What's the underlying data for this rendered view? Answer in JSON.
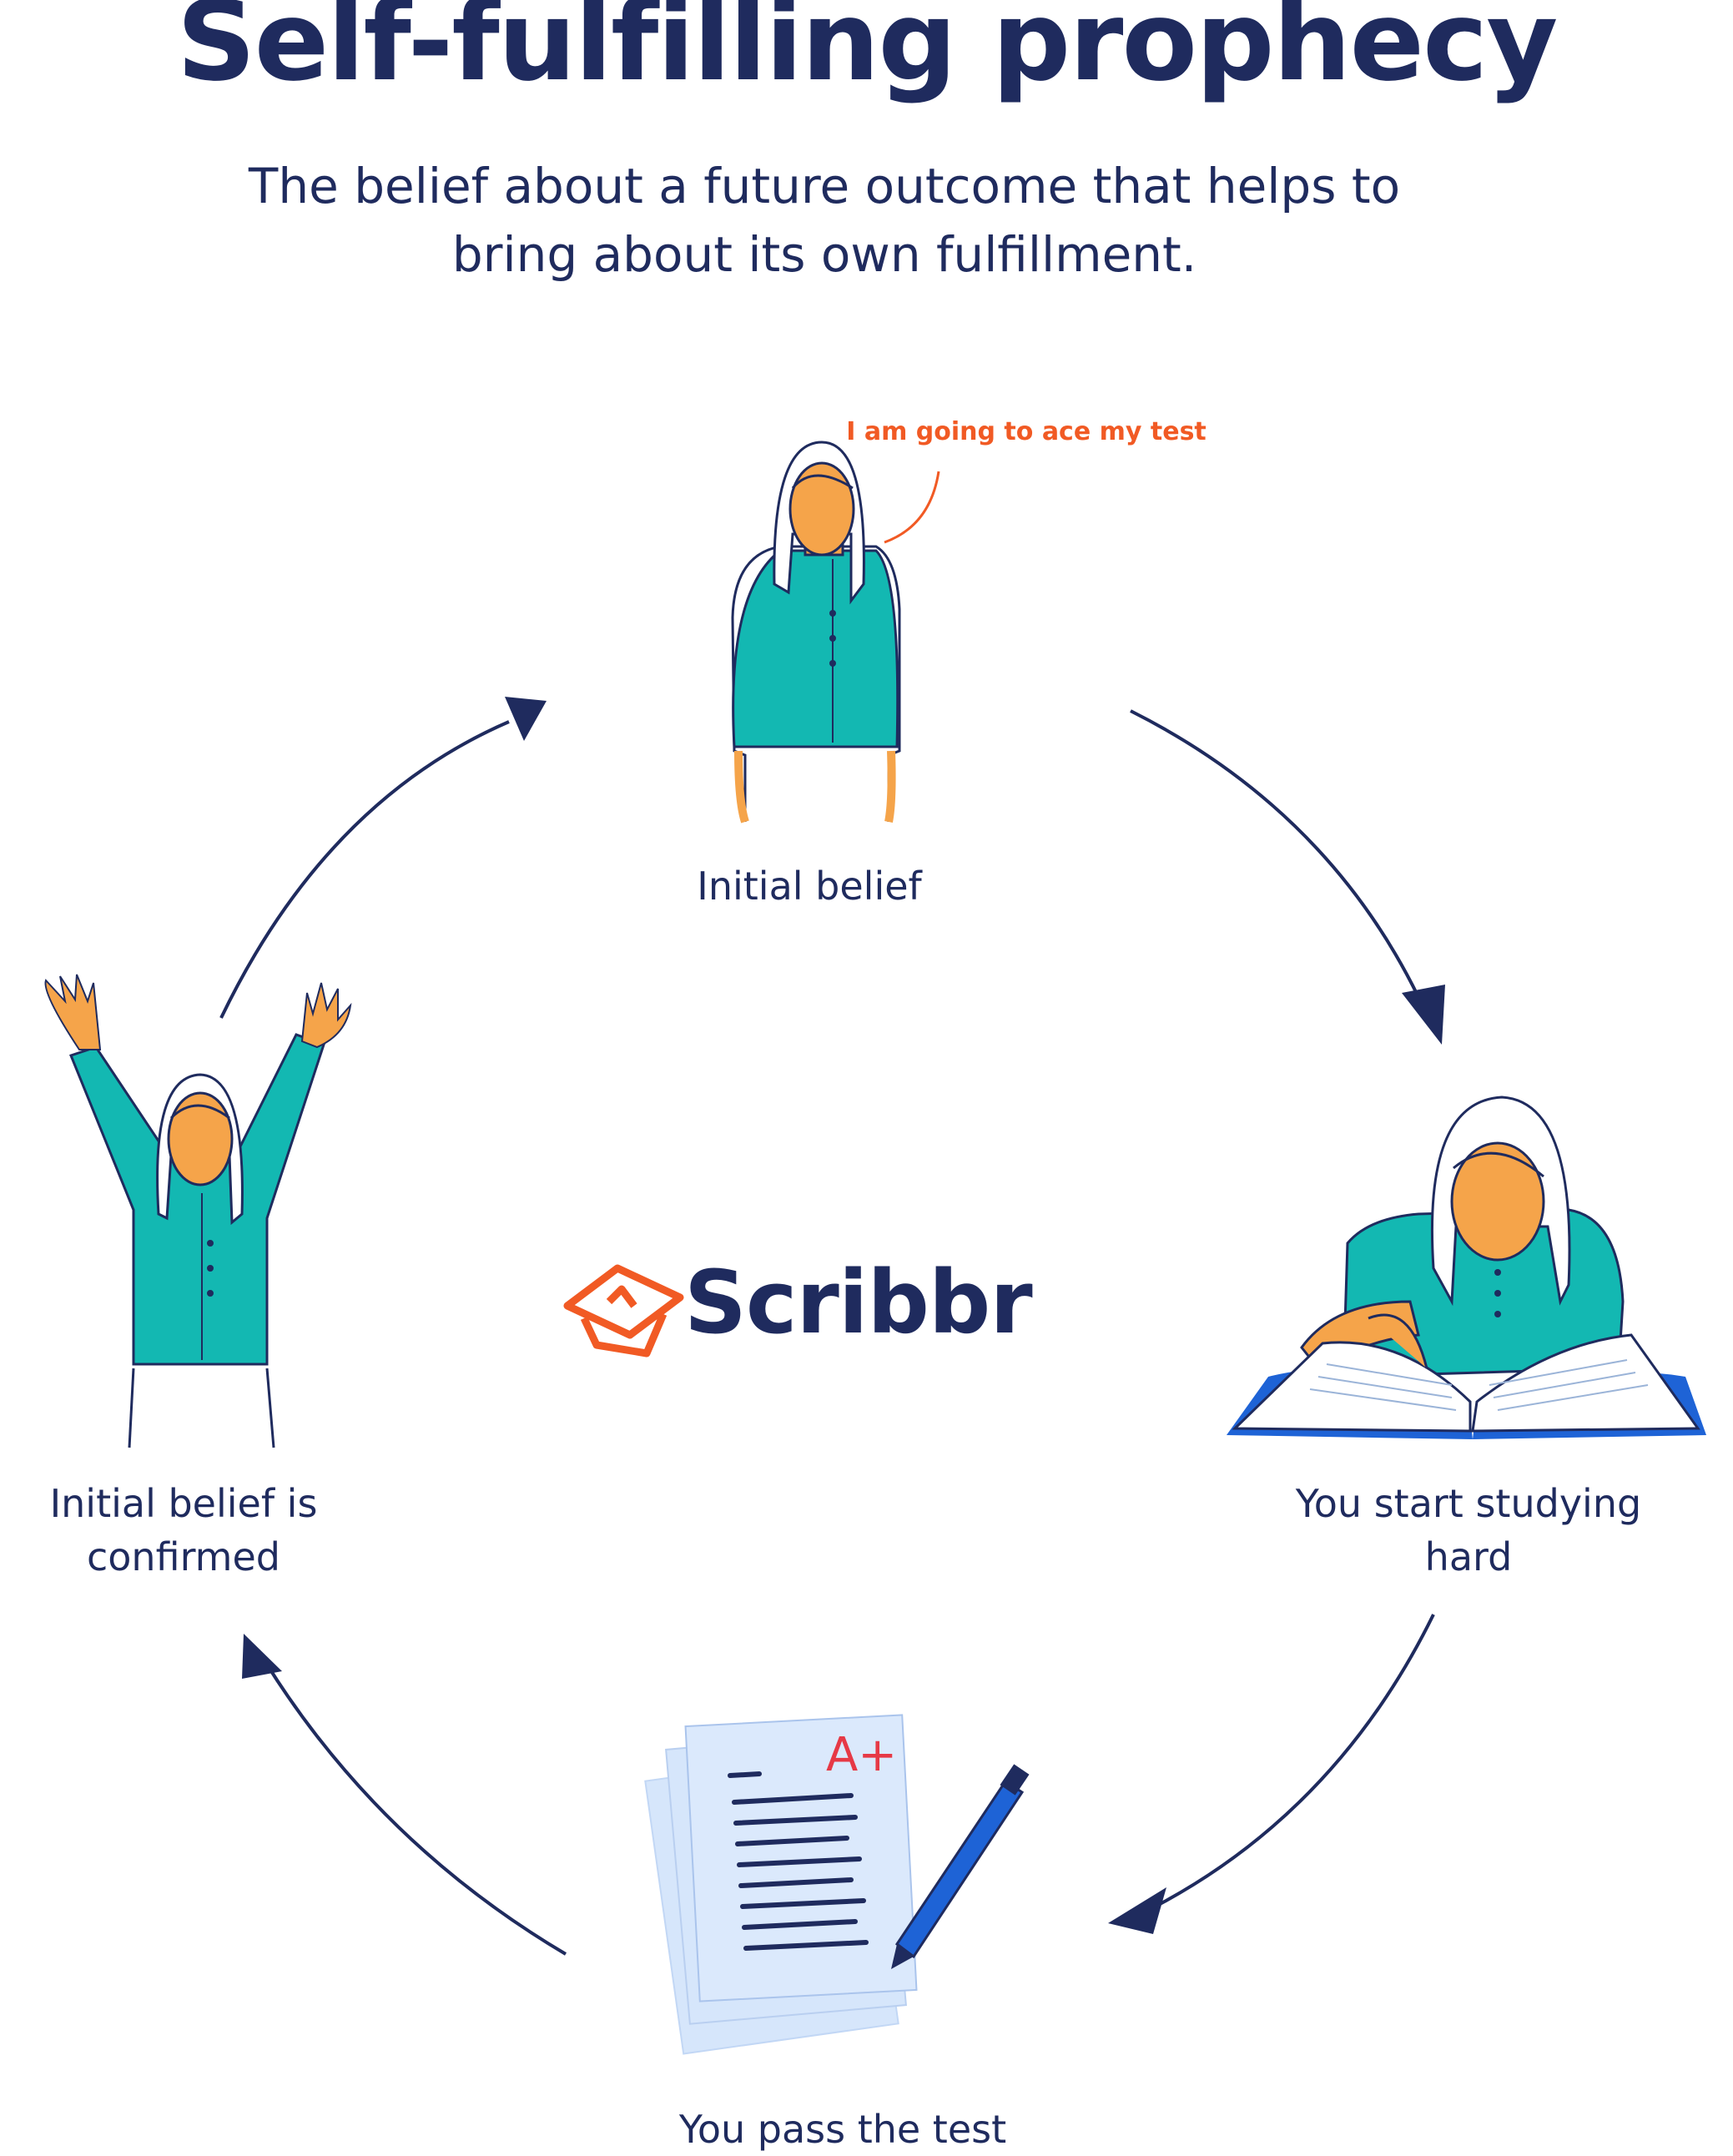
{
  "title": "Self-fulfilling prophecy",
  "subtitle": "The belief about a future outcome that helps to bring about its own fulfillment.",
  "speech_bubble": "I am going to ace my test",
  "steps": [
    {
      "label": "Initial belief"
    },
    {
      "label": "You start studying hard"
    },
    {
      "label": "You pass the test"
    },
    {
      "label": "Initial belief is confirmed"
    }
  ],
  "logo": {
    "name": "Scribbr"
  },
  "grade": "A+",
  "colors": {
    "navy": "#1f2b5e",
    "teal": "#13b8b2",
    "skin": "#f5a44a",
    "orange": "#f15a24",
    "paper": "#d6e6fb",
    "pen": "#1e63d6"
  }
}
